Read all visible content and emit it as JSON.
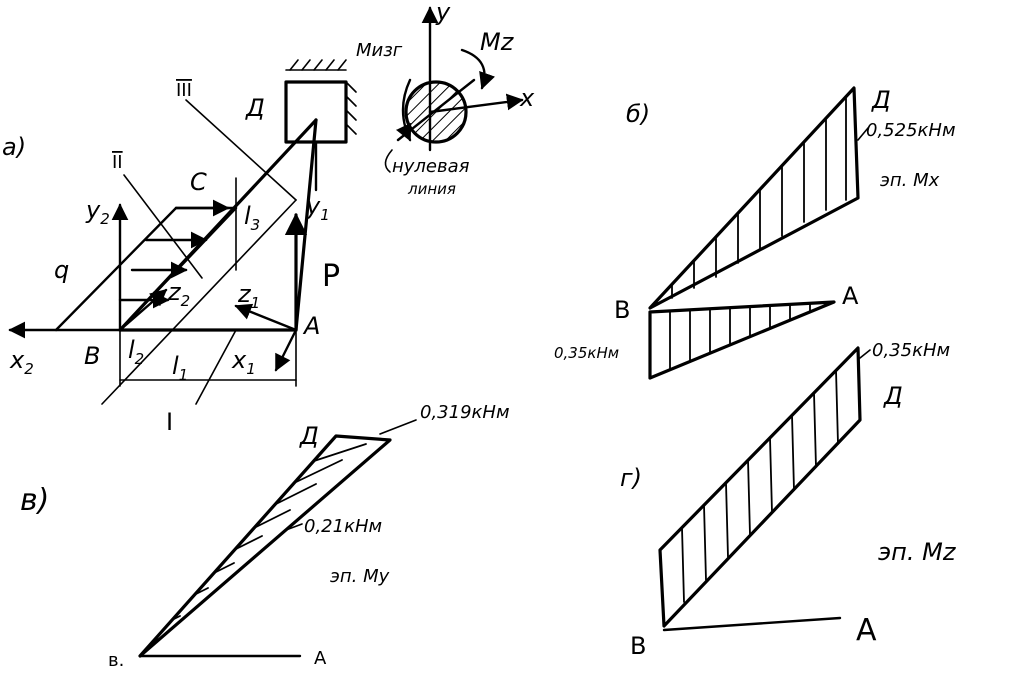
{
  "panels": {
    "a": {
      "panel_label": "а)",
      "labels": {
        "D": "Д",
        "C": "С",
        "B": "В",
        "A": "А",
        "q": "q",
        "P": "P",
        "x1": "x",
        "x1_sub": "1",
        "x2": "x",
        "x2_sub": "2",
        "y1": "y",
        "y1_sub": "1",
        "y2": "y",
        "y2_sub": "2",
        "z1": "z",
        "z1_sub": "1",
        "z2": "z",
        "z2_sub": "2",
        "l1": "l",
        "l1_sub": "1",
        "l2": "l",
        "l2_sub": "2",
        "l3": "l",
        "l3_sub": "3",
        "section_I": "I",
        "section_II": "II",
        "section_III": "III"
      }
    },
    "section": {
      "labels": {
        "y": "y",
        "x": "x",
        "M_bend": "Мизг",
        "M_z": "Мz",
        "neutral_line": "нулевая",
        "neutral_line_2": "линия"
      }
    },
    "b": {
      "panel_label": "б)",
      "labels": {
        "D": "Д",
        "B": "В",
        "A": "А",
        "value_top": "0,525кНм",
        "value_bottom": "0,35кНм",
        "diagram_name": "эп. Мx"
      }
    },
    "v": {
      "panel_label": "в)",
      "labels": {
        "D": "Д",
        "B": "в.",
        "A": "А",
        "value_top": "0,319кНм",
        "value_mid": "0,21кНм",
        "diagram_name": "эп. Мy"
      }
    },
    "g": {
      "panel_label": "г)",
      "labels": {
        "D": "Д",
        "B": "В",
        "A": "А",
        "value_top": "0,35кНм",
        "diagram_name": "эп. Мz"
      }
    }
  },
  "colors": {
    "ink": "#000000",
    "background": "#ffffff"
  }
}
